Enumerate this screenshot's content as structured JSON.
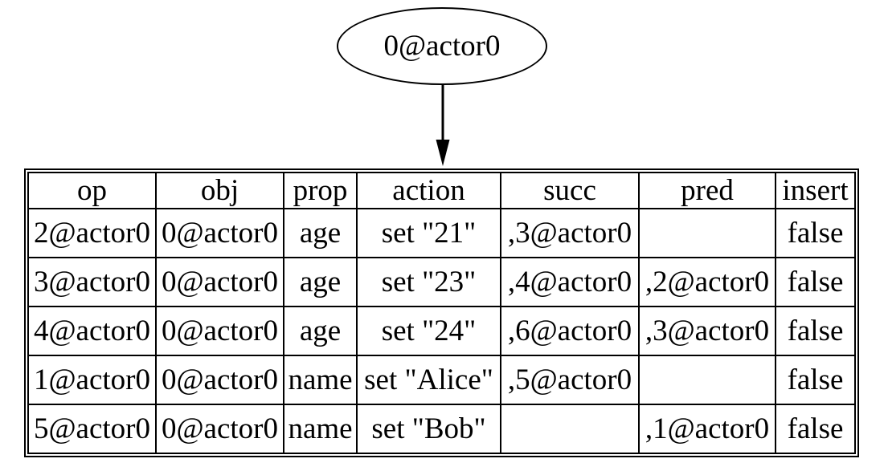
{
  "node": {
    "label": "0@actor0"
  },
  "edge": {
    "style": "solid-arrow",
    "direction": "down"
  },
  "table": {
    "headers": [
      "op",
      "obj",
      "prop",
      "action",
      "succ",
      "pred",
      "insert"
    ],
    "rows": [
      [
        "2@actor0",
        "0@actor0",
        "age",
        "set \"21\"",
        ",3@actor0",
        "",
        "false"
      ],
      [
        "3@actor0",
        "0@actor0",
        "age",
        "set \"23\"",
        ",4@actor0",
        ",2@actor0",
        "false"
      ],
      [
        "4@actor0",
        "0@actor0",
        "age",
        "set \"24\"",
        ",6@actor0",
        ",3@actor0",
        "false"
      ],
      [
        "1@actor0",
        "0@actor0",
        "name",
        "set \"Alice\"",
        ",5@actor0",
        "",
        "false"
      ],
      [
        "5@actor0",
        "0@actor0",
        "name",
        "set \"Bob\"",
        "",
        ",1@actor0",
        "false"
      ]
    ]
  },
  "colors": {
    "stroke": "#000000",
    "background": "#ffffff",
    "text": "#000000"
  }
}
